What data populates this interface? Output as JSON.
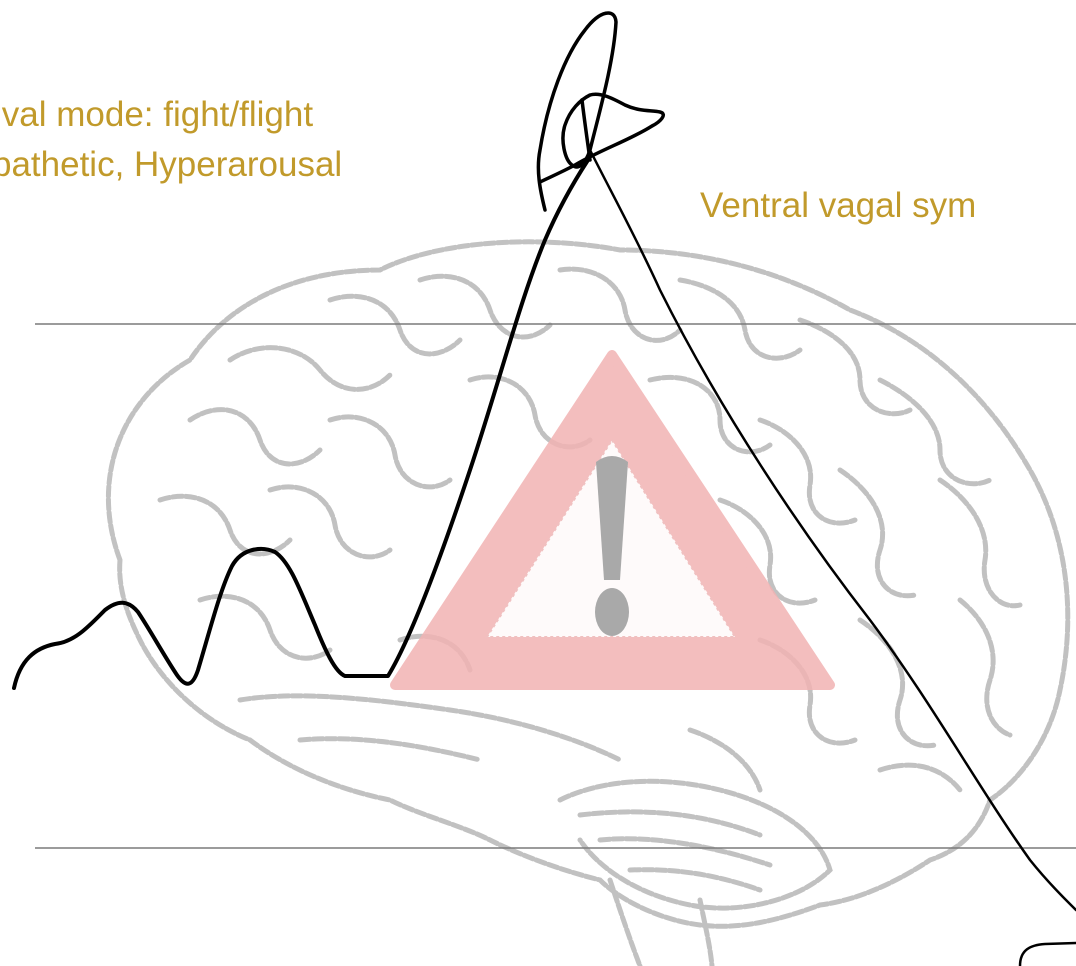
{
  "labels": {
    "survival_line1": "ival mode: fight/flight",
    "survival_line2": "pathetic, Hyperarousal",
    "ventral": "Ventral vagal sym"
  },
  "colors": {
    "label_text": "#c19a2b",
    "brain_sketch": "#b7b7b7",
    "warning_triangle": "#f2b3b3",
    "exclamation": "#a9a9a9",
    "ink": "#000000",
    "zone_line": "#7a7a7a"
  },
  "icons": {
    "background": "brain-sketch",
    "center": "warning-triangle-icon"
  }
}
